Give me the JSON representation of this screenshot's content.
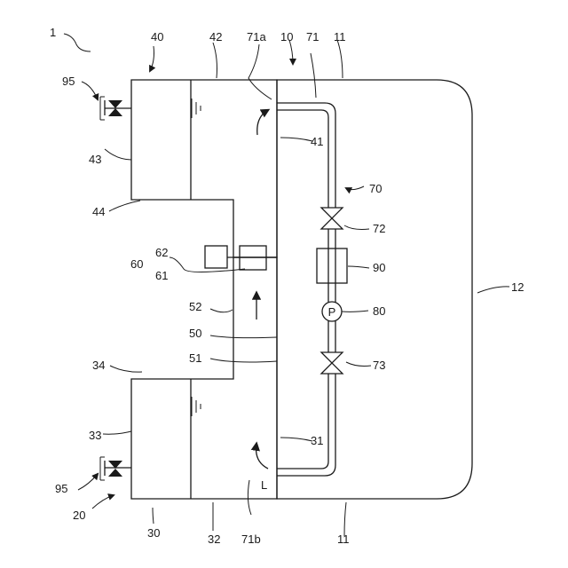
{
  "figure": {
    "ref_1": "1",
    "ref_10": "10",
    "ref_11_top": "11",
    "ref_11_bottom": "11",
    "ref_12": "12",
    "ref_20": "20",
    "ref_30": "30",
    "ref_31": "31",
    "ref_32": "32",
    "ref_33": "33",
    "ref_34": "34",
    "ref_40": "40",
    "ref_41": "41",
    "ref_42": "42",
    "ref_43": "43",
    "ref_44": "44",
    "ref_50": "50",
    "ref_51": "51",
    "ref_52": "52",
    "ref_60": "60",
    "ref_61": "61",
    "ref_62": "62",
    "ref_70": "70",
    "ref_71": "71",
    "ref_71a": "71a",
    "ref_71b": "71b",
    "ref_72": "72",
    "ref_73": "73",
    "ref_80": "80",
    "ref_90": "90",
    "ref_95_top": "95",
    "ref_95_bottom": "95",
    "pump_symbol": "P",
    "liquid_symbol": "L"
  }
}
